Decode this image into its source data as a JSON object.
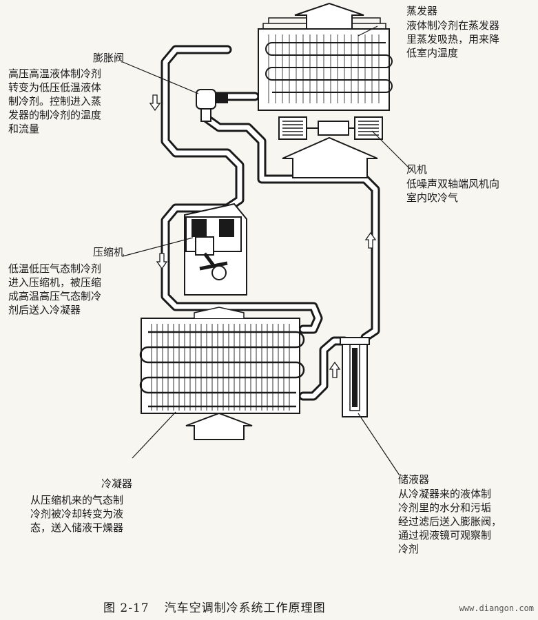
{
  "labels": {
    "evaporator": {
      "title": "蒸发器",
      "desc": "液体制冷剂在蒸发器\n里蒸发吸热，用来降\n低室内温度"
    },
    "expansion_valve": {
      "title": "膨胀阀",
      "desc": "高压高温液体制冷剂\n转变为低压低温液体\n制冷剂。控制进入蒸\n发器的制冷剂的温度\n和流量"
    },
    "fan": {
      "title": "风机",
      "desc": "低噪声双轴端风机向\n室内吹冷气"
    },
    "compressor": {
      "title": "压缩机",
      "desc": "低温低压气态制冷剂\n进入压缩机，被压缩\n成高温高压气态制冷\n剂后送入冷凝器"
    },
    "condenser": {
      "title": "冷凝器",
      "desc": "从压缩机来的气态制\n冷剂被冷却转变为液\n态，送入储液干燥器"
    },
    "receiver": {
      "title": "储液器",
      "desc": "从冷凝器来的液体制\n冷剂里的水分和污垢\n经过滤后送入膨胀阀，\n通过视液镜可观察制\n冷剂"
    }
  },
  "caption": {
    "number": "图 2-17",
    "text": "汽车空调制冷系统工作原理图"
  },
  "watermark": "www.diangon.com",
  "colors": {
    "line": "#1a1a1a",
    "pipe_fill": "#ffffff",
    "background": "#f7f6f1"
  }
}
